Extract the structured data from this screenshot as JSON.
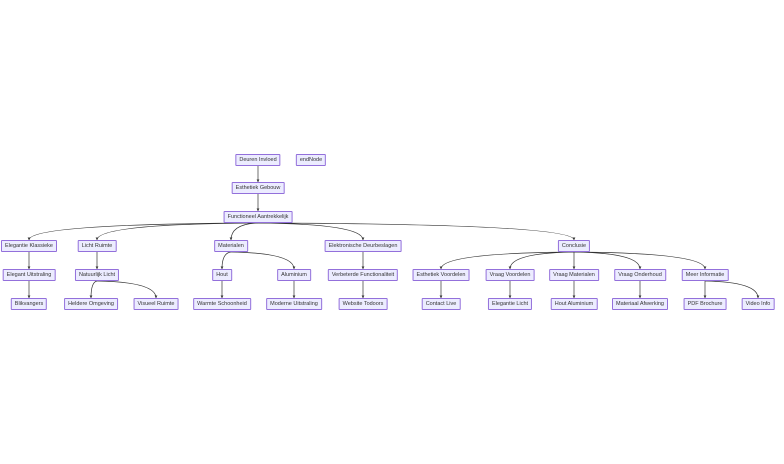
{
  "colors": {
    "node_fill": "#ECECFF",
    "node_border": "#9370DB",
    "edge": "#333333",
    "text": "#333333"
  },
  "nodes": {
    "deuren_invloed": "Deuren Invloed",
    "endnode": "endNode",
    "esthetiek_gebouw": "Esthetiek Gebouw",
    "functioneel": "Functioneel Aantrekkelijk",
    "elegantie_klassieke": "Elegantie Klassieke",
    "licht_ruimte": "Licht Ruimte",
    "materialen": "Materialen",
    "elektronische": "Elektronische Deurbeslagen",
    "conclusie": "Conclusie",
    "elegant_uitstraling": "Elegant Uitstraling",
    "natuurlijk_licht": "Natuurlijk Licht",
    "hout": "Hout",
    "aluminium": "Aluminium",
    "verbeterde": "Verbeterde Functionaliteit",
    "esthetiek_voordelen": "Esthetiek Voordelen",
    "vraag_voordelen": "Vraag Voordelen",
    "vraag_materialen": "Vraag Materialen",
    "vraag_onderhoud": "Vraag Onderhoud",
    "meer_informatie": "Meer Informatie",
    "blikvangers": "Blikvangers",
    "heldere_omgeving": "Heldere Omgeving",
    "visueel_ruimte": "Visueel Ruimte",
    "warmte_schoonheid": "Warmte Schoonheid",
    "moderne_uitstraling": "Moderne Uitstraling",
    "website_todoors": "Website Todoors",
    "contact_live": "Contact Live",
    "elegantie_licht": "Elegantie Licht",
    "hout_aluminium": "Hout Aluminium",
    "materiaal_afwerking": "Materiaal Afwerking",
    "pdf_brochure": "PDF Brochure",
    "video_info": "Video Info"
  }
}
